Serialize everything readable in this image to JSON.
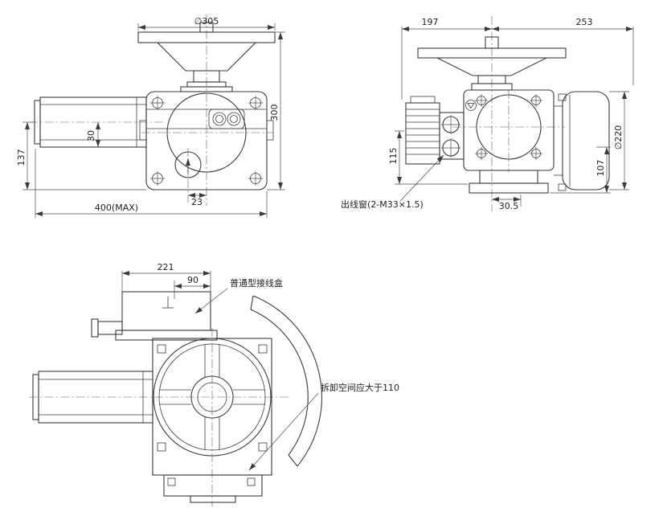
{
  "drawing": {
    "background_color": "#ffffff",
    "line_color": "#3b3b3b",
    "front_view": {
      "dim_handwheel_dia": "∅305",
      "dim_total_height": "300",
      "dim_motor_to_base": "137",
      "dim_axis_offset": "30",
      "dim_output_offset": "23",
      "dim_total_length": "400(MAX)"
    },
    "side_view": {
      "dim_width_left": "197",
      "dim_width_right": "253",
      "dim_cover_dia": "∅220",
      "dim_right_height": "107",
      "dim_left_height": "115",
      "dim_base_offset": "30.5",
      "label_cable_window": "出线窗(2-M33×1.5)"
    },
    "rear_view": {
      "dim_box_width": "221",
      "dim_box_partial": "90",
      "label_terminal_box": "普通型接线盒",
      "label_removal_space": "拆卸空间应大于110"
    }
  }
}
